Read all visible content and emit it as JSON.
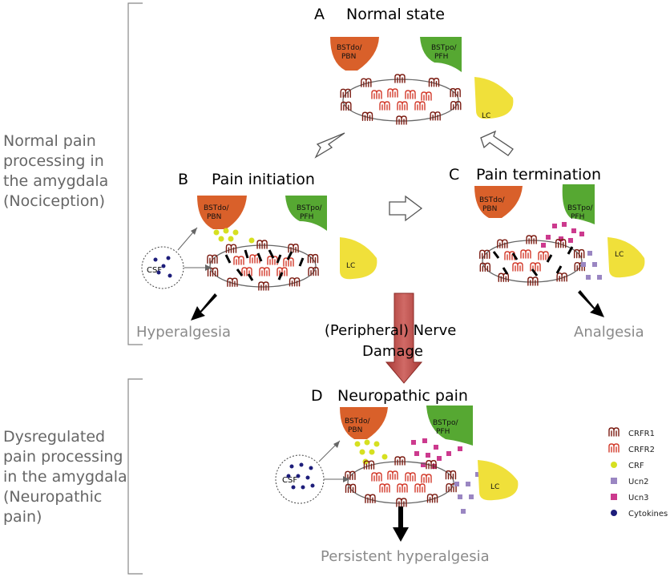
{
  "side_labels": {
    "normal": [
      "Normal pain",
      "processing in",
      "the amygdala",
      "(Nociception)"
    ],
    "dysregulated": [
      "Dysregulated",
      "pain processing",
      "in the amygdala",
      "(Neuropathic",
      "pain)"
    ]
  },
  "panels": {
    "a": {
      "letter": "A",
      "title": "Normal state"
    },
    "b": {
      "letter": "B",
      "title": "Pain initiation"
    },
    "c": {
      "letter": "C",
      "title": "Pain termination"
    },
    "d": {
      "letter": "D",
      "title": "Neuropathic pain"
    }
  },
  "nodes": {
    "bstdo": [
      "BSTdo/",
      "PBN"
    ],
    "bstpo": [
      "BSTpo/",
      "PFH"
    ],
    "lc": "LC",
    "csf": "CSF"
  },
  "outcomes": {
    "hyperalgesia": "Hyperalgesia",
    "analgesia": "Analgesia",
    "persistent": "Persistent hyperalgesia"
  },
  "nerve_damage": [
    "(Peripheral) Nerve",
    "Damage"
  ],
  "legend": [
    {
      "label": "CRFR1",
      "icon": "crfr1-receptor-icon",
      "color": "#7a1a10"
    },
    {
      "label": "CRFR2",
      "icon": "crfr2-receptor-icon",
      "color": "#d23a2a"
    },
    {
      "label": "CRF",
      "icon": "crf-dot-icon",
      "color": "#d6e020"
    },
    {
      "label": "Ucn2",
      "icon": "ucn2-square-icon",
      "color": "#9a86c2"
    },
    {
      "label": "Ucn3",
      "icon": "ucn3-square-icon",
      "color": "#cc3a8e"
    },
    {
      "label": "Cytokines",
      "icon": "cytokine-dot-icon",
      "color": "#1d1d7a"
    }
  ],
  "colors": {
    "bstdo": "#d9602a",
    "bstpo": "#56a832",
    "lc": "#f0e03a",
    "crf": "#d6e020",
    "ucn2": "#9a86c2",
    "ucn3": "#cc3a8e",
    "cytokine": "#1d1d7a",
    "crfr1": "#7a1a10",
    "crfr2": "#d23a2a",
    "nerve_arrow": "#c0504d"
  }
}
